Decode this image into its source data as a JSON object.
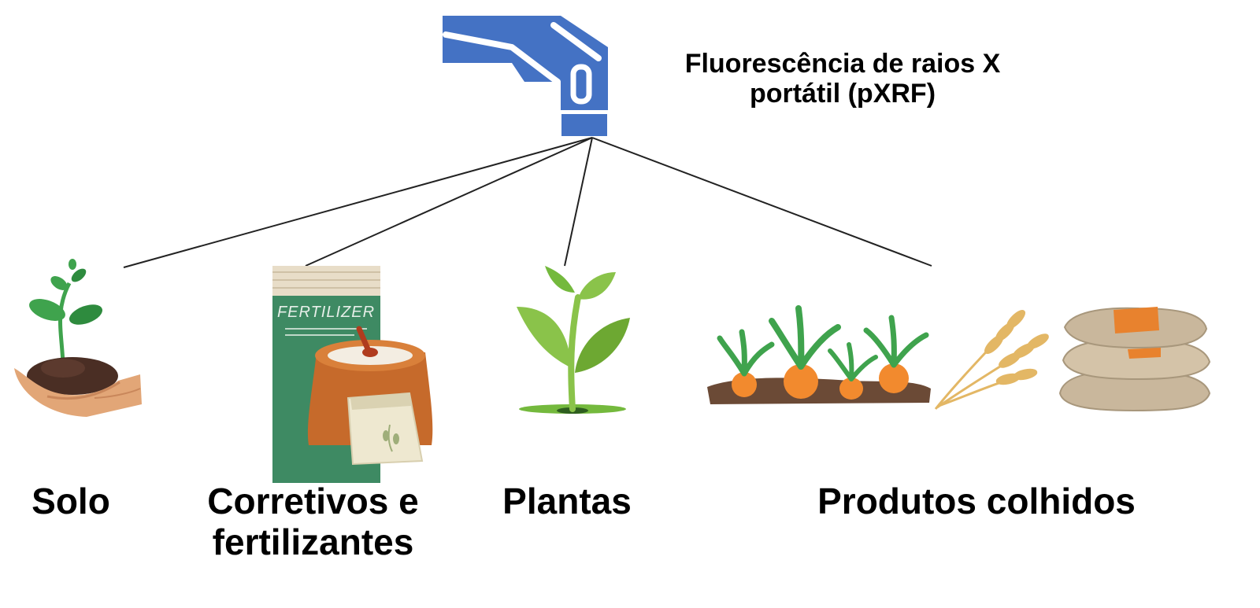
{
  "device": {
    "icon": "pxrf-handheld-analyzer-icon",
    "label": "Fluorescência de raios X\nportátil (pXRF)",
    "color": "#4472C4"
  },
  "fertilizer_bag_text": "FERTILIZER",
  "targets": [
    {
      "id": "solo",
      "label": "Solo",
      "icon": "soil-in-hand-icon"
    },
    {
      "id": "fertilizantes",
      "label": "Corretivos e\nfertilizantes",
      "icon": "fertilizer-bags-icon"
    },
    {
      "id": "plantas",
      "label": "Plantas",
      "icon": "plant-seedling-icon"
    },
    {
      "id": "colhidos",
      "label": "Produtos colhidos",
      "icon": "harvested-products-icon"
    }
  ],
  "colors": {
    "connector": "#222222",
    "leaf_green": "#3FA34D",
    "fertilizer_green": "#3E8A63",
    "carrot_orange": "#F28A2E",
    "soil_brown": "#6B4A36",
    "sack_tan": "#C9B79C"
  }
}
